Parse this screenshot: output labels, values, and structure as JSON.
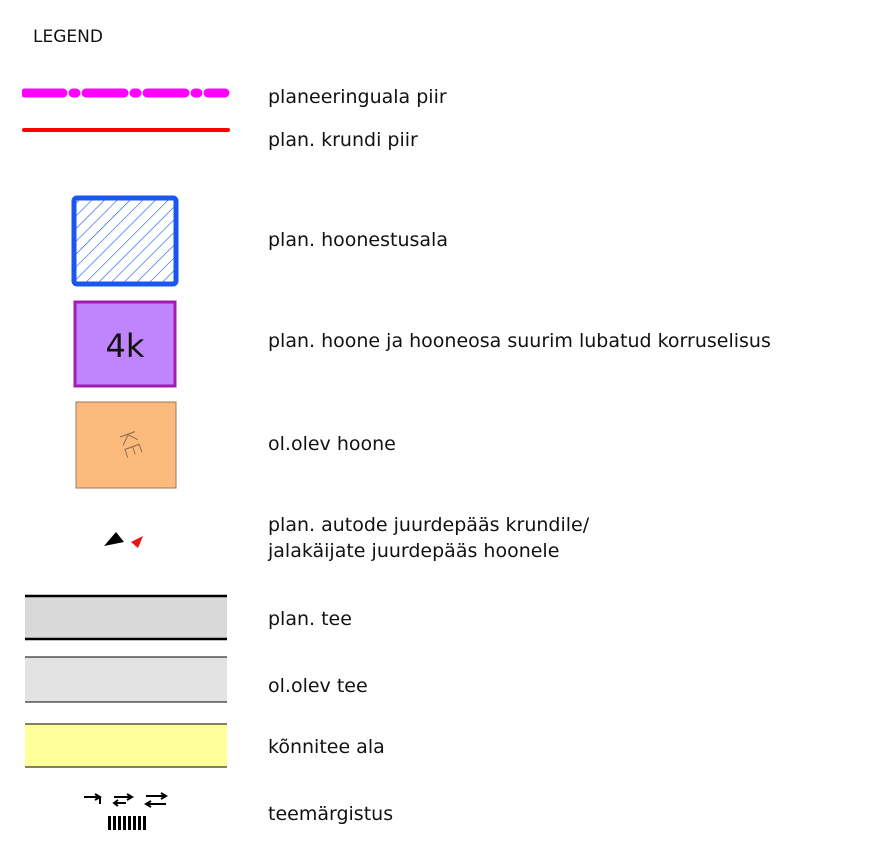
{
  "legend": {
    "title": "LEGEND",
    "items": [
      {
        "key": "boundary",
        "label": "planeeringuala piir",
        "color": "#ff00ff"
      },
      {
        "key": "plot",
        "label": "plan. krundi piir",
        "color": "#ff0000"
      },
      {
        "key": "building-area",
        "label": "plan. hoonestusala",
        "color": "#1a56f0"
      },
      {
        "key": "storeys",
        "label": "plan. hoone ja hooneosa suurim lubatud korruselisus",
        "symbol_text": "4k",
        "fill": "#c084fc",
        "border": "#a21caf"
      },
      {
        "key": "existing-building",
        "label": "ol.olev hoone",
        "symbol_text": "KE",
        "fill": "#fdba7d"
      },
      {
        "key": "access",
        "label_line1": "plan. autode juurdepääs krundile/",
        "label_line2": "jalakäijate juurdepääs hoonele"
      },
      {
        "key": "planned-road",
        "label": "plan. tee",
        "fill": "#d9d9d9"
      },
      {
        "key": "existing-road",
        "label": "ol.olev tee",
        "fill": "#e3e3e3"
      },
      {
        "key": "sidewalk",
        "label": "kõnnitee ala",
        "fill": "#ffff99"
      },
      {
        "key": "road-marking",
        "label": "teemärgistus"
      }
    ]
  }
}
